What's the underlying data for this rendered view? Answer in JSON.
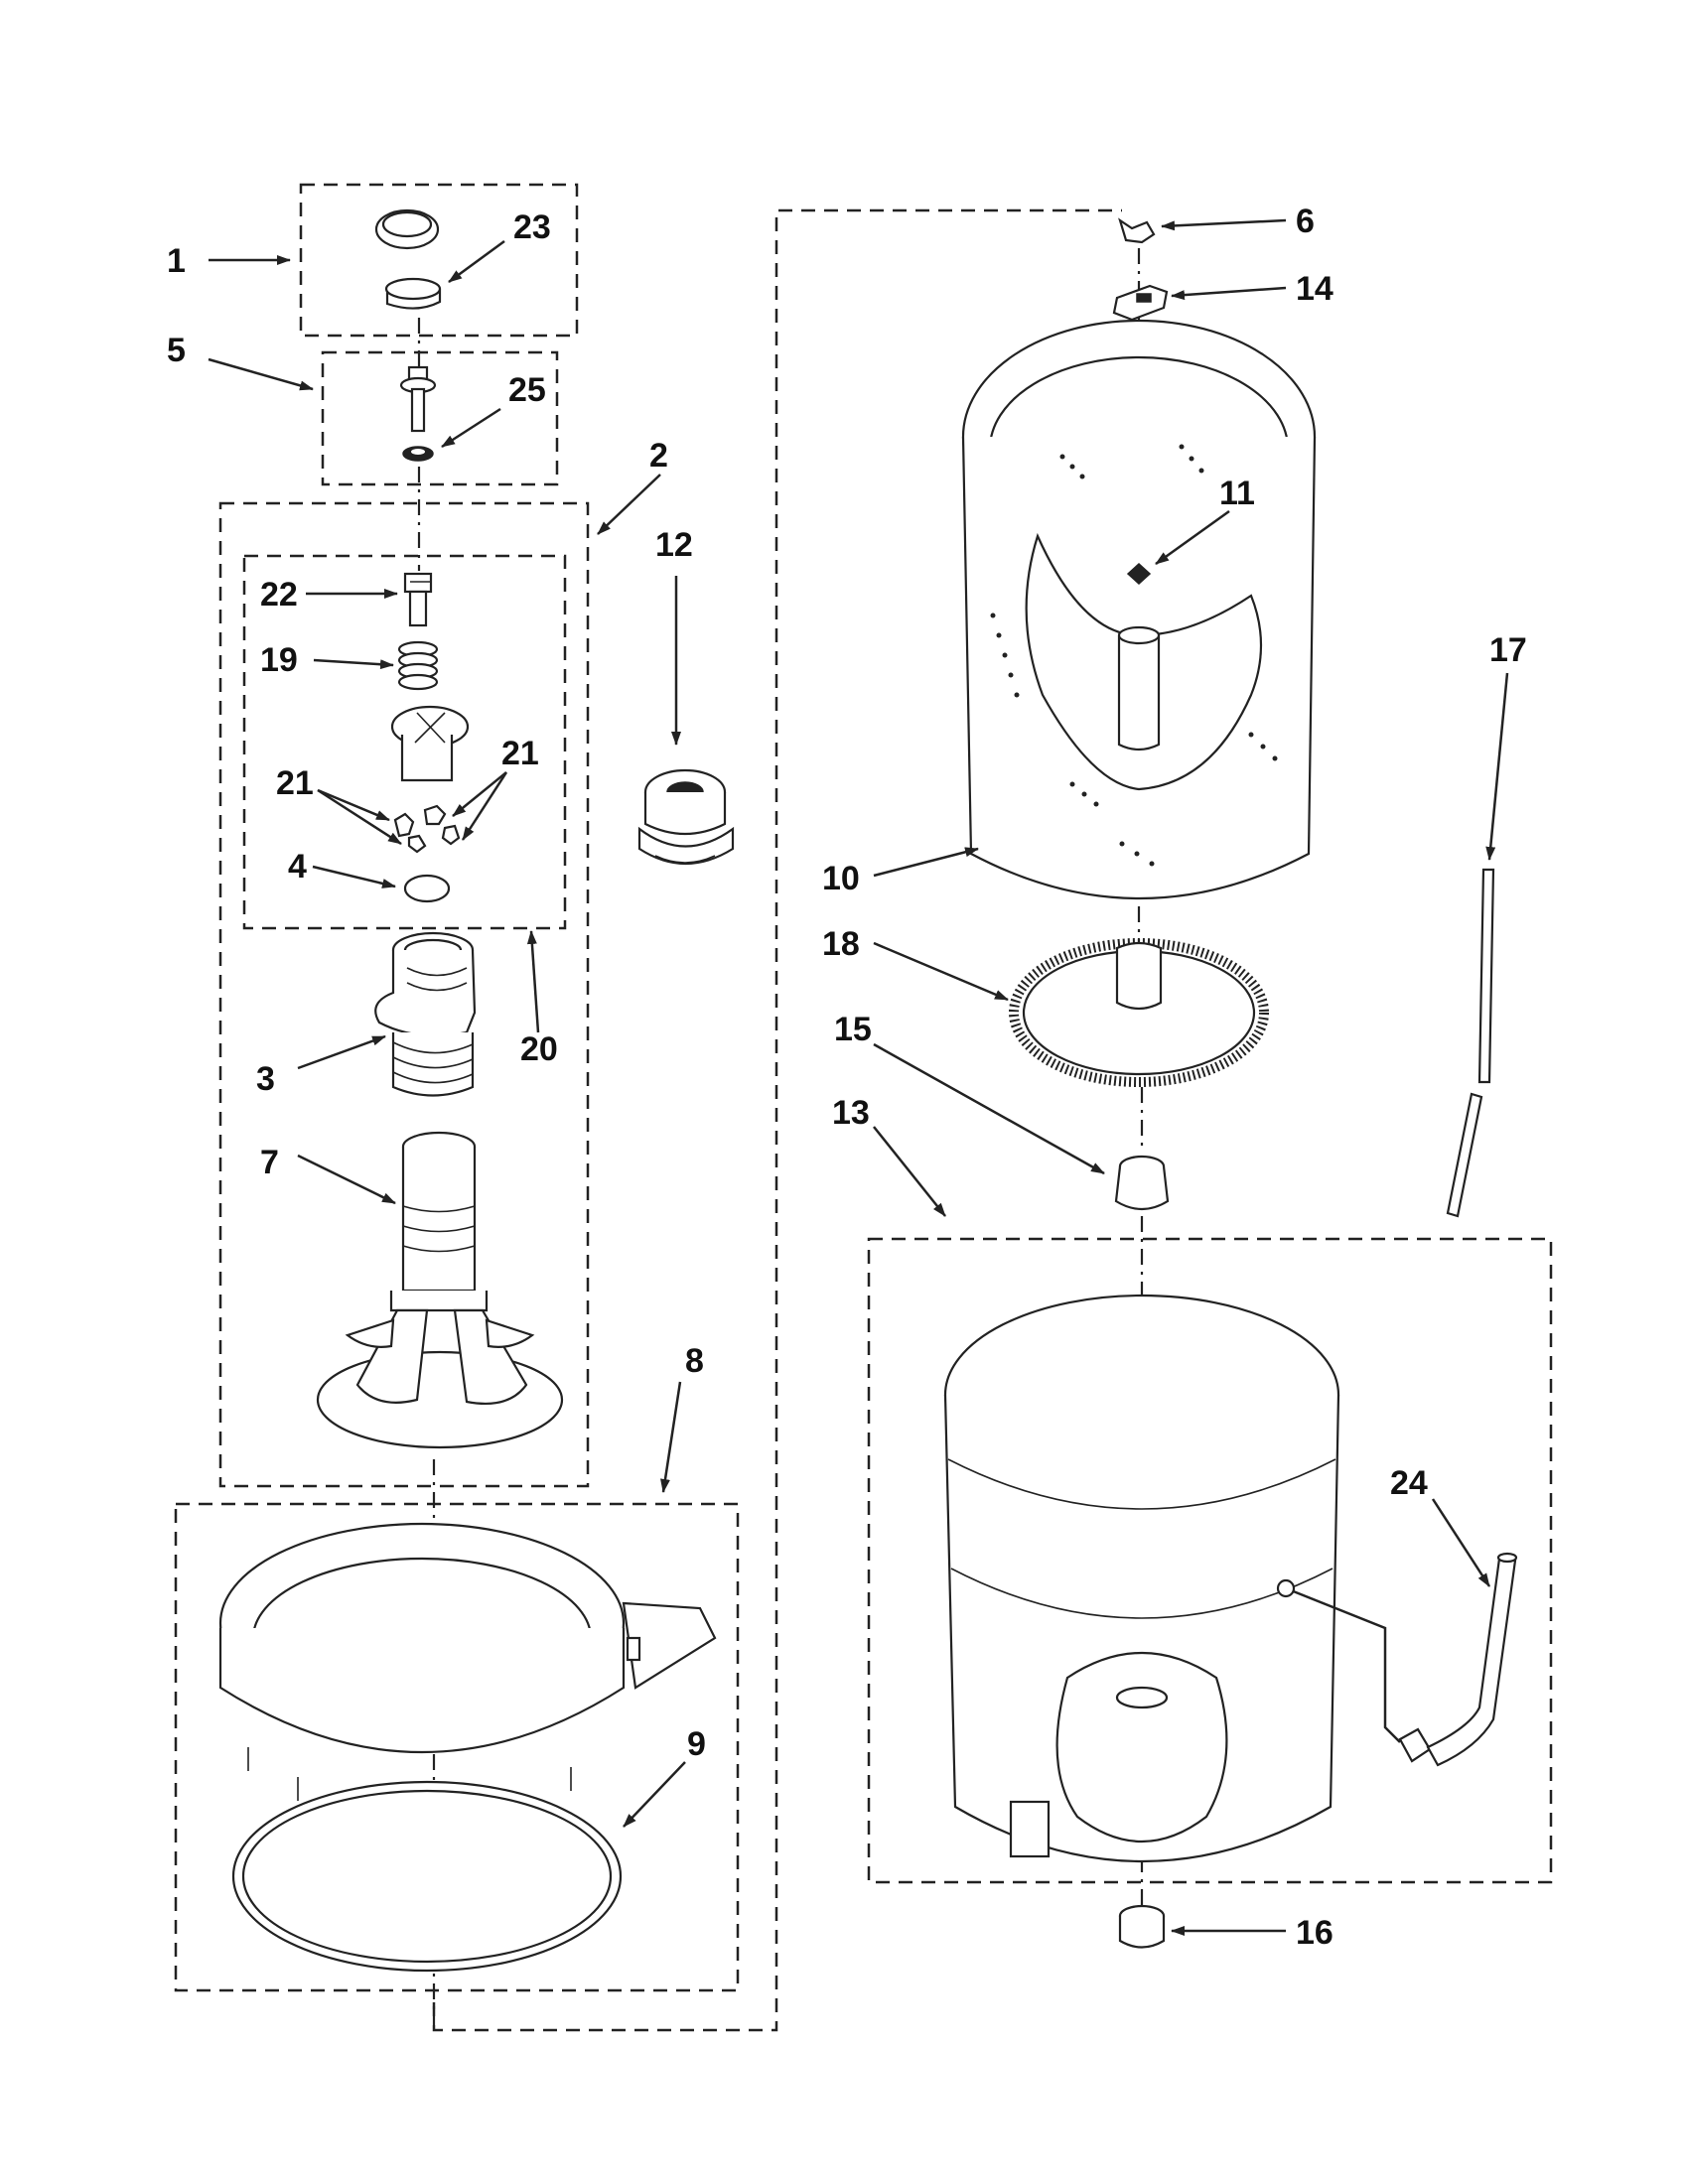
{
  "diagram": {
    "callouts": [
      {
        "id": "c1",
        "text": "1"
      },
      {
        "id": "c23",
        "text": "23"
      },
      {
        "id": "c5",
        "text": "5"
      },
      {
        "id": "c25",
        "text": "25"
      },
      {
        "id": "c2",
        "text": "2"
      },
      {
        "id": "c12",
        "text": "12"
      },
      {
        "id": "c22",
        "text": "22"
      },
      {
        "id": "c19",
        "text": "19"
      },
      {
        "id": "c21a",
        "text": "21"
      },
      {
        "id": "c21b",
        "text": "21"
      },
      {
        "id": "c4",
        "text": "4"
      },
      {
        "id": "c20",
        "text": "20"
      },
      {
        "id": "c3",
        "text": "3"
      },
      {
        "id": "c7",
        "text": "7"
      },
      {
        "id": "c8",
        "text": "8"
      },
      {
        "id": "c9",
        "text": "9"
      },
      {
        "id": "c6",
        "text": "6"
      },
      {
        "id": "c14",
        "text": "14"
      },
      {
        "id": "c11",
        "text": "11"
      },
      {
        "id": "c17",
        "text": "17"
      },
      {
        "id": "c10",
        "text": "10"
      },
      {
        "id": "c18",
        "text": "18"
      },
      {
        "id": "c15",
        "text": "15"
      },
      {
        "id": "c13",
        "text": "13"
      },
      {
        "id": "c24",
        "text": "24"
      },
      {
        "id": "c16",
        "text": "16"
      }
    ]
  }
}
